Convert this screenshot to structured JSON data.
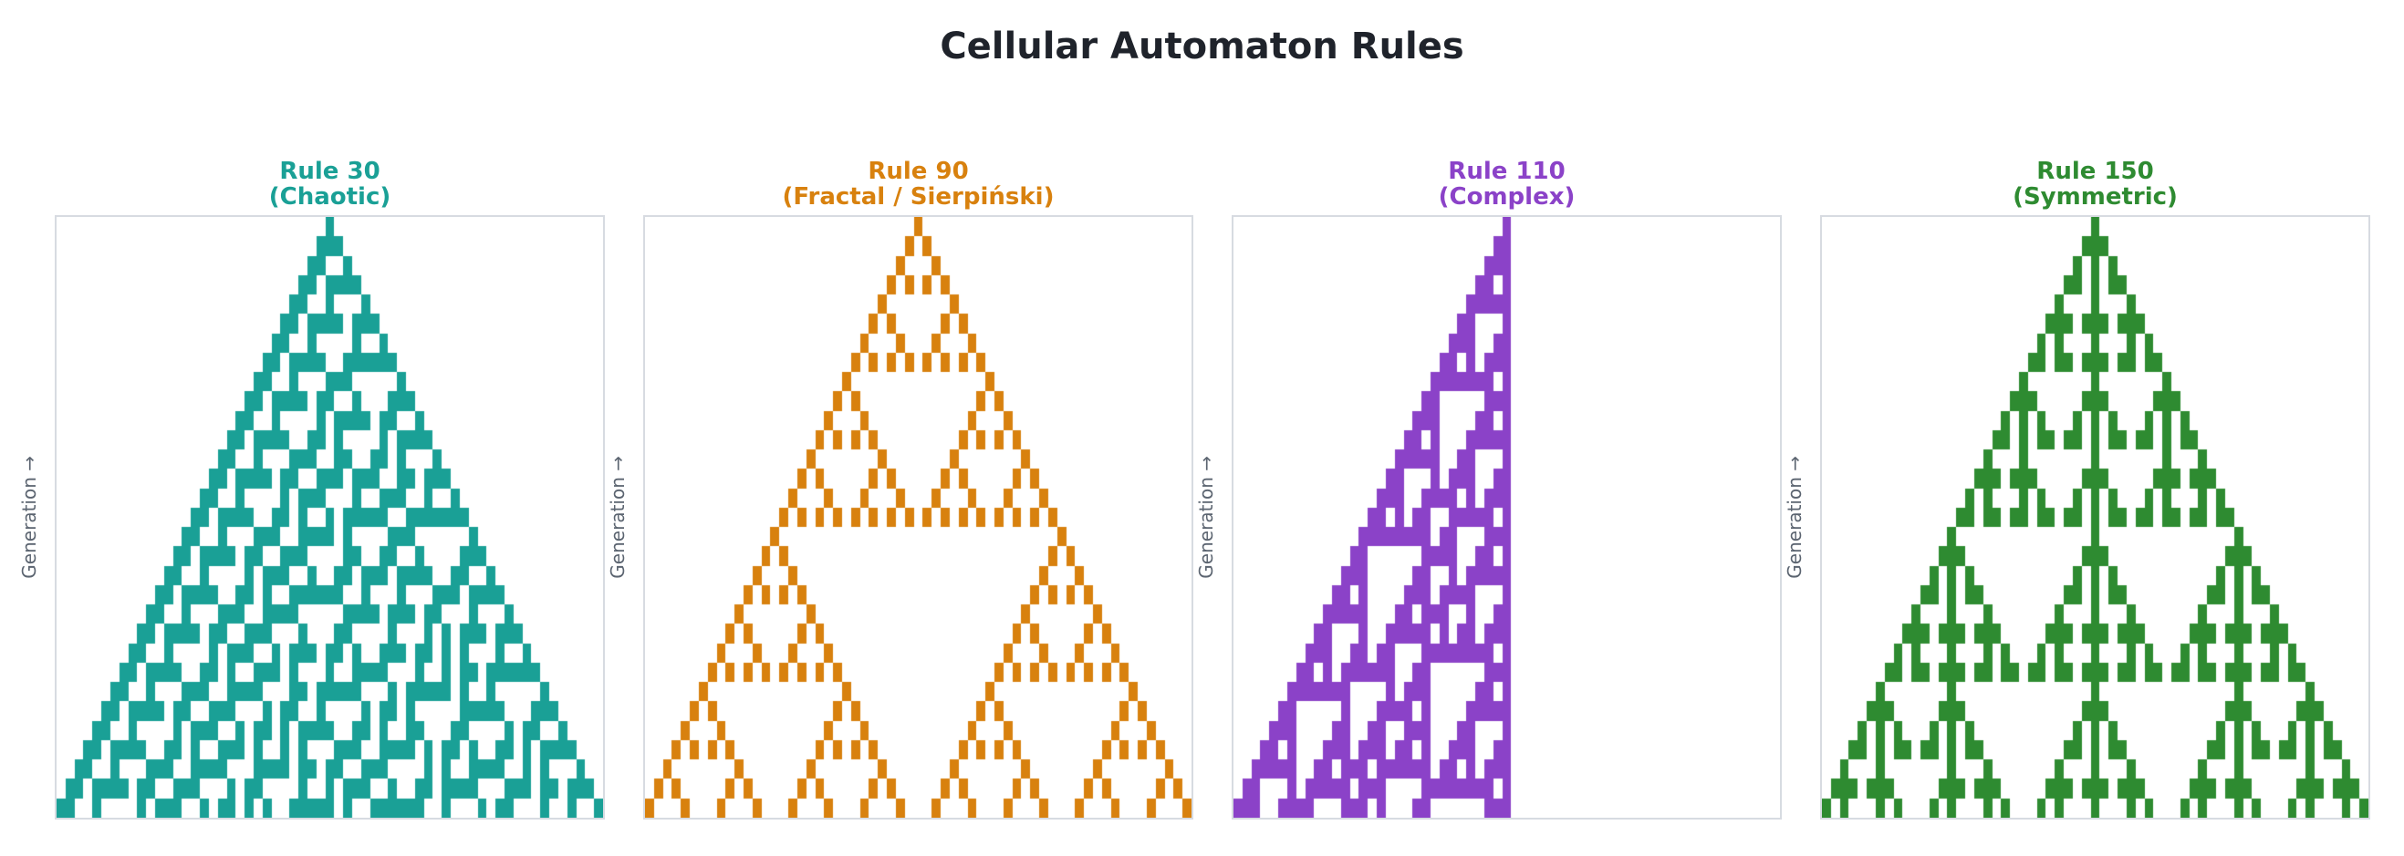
{
  "header": {
    "title": "Cellular Automaton Rules"
  },
  "axis": {
    "ylabel": "Generation →"
  },
  "chart_data": {
    "type": "heatmap",
    "subtype": "elementary-cellular-automaton",
    "title": "Cellular Automaton Rules",
    "ylabel": "Generation →",
    "grid": {
      "columns": 61,
      "generations": 31,
      "initial_state": "single active cell at center column (column 30), evolving downward one generation per row",
      "cell_on": 1,
      "cell_off": 0
    },
    "panels": [
      {
        "rule": 30,
        "name": "Rule 30",
        "subtitle": "(Chaotic)",
        "color": "#1AA096"
      },
      {
        "rule": 90,
        "name": "Rule 90",
        "subtitle": "(Fractal / Sierpiński)",
        "color": "#D8810E"
      },
      {
        "rule": 110,
        "name": "Rule 110",
        "subtitle": "(Complex)",
        "color": "#8B42C8"
      },
      {
        "rule": 150,
        "name": "Rule 150",
        "subtitle": "(Symmetric)",
        "color": "#2E8B31"
      }
    ],
    "style": {
      "background": "#FFFFFF",
      "panel_border": "#D7DBE1",
      "axis_label_color": "#5B6470",
      "title_color": "#1F232B",
      "cell_off_color": "#FFFFFF"
    },
    "layout": {
      "legend": "none",
      "grid_lines": "off",
      "x_ticks": "none",
      "y_ticks": "none"
    }
  }
}
